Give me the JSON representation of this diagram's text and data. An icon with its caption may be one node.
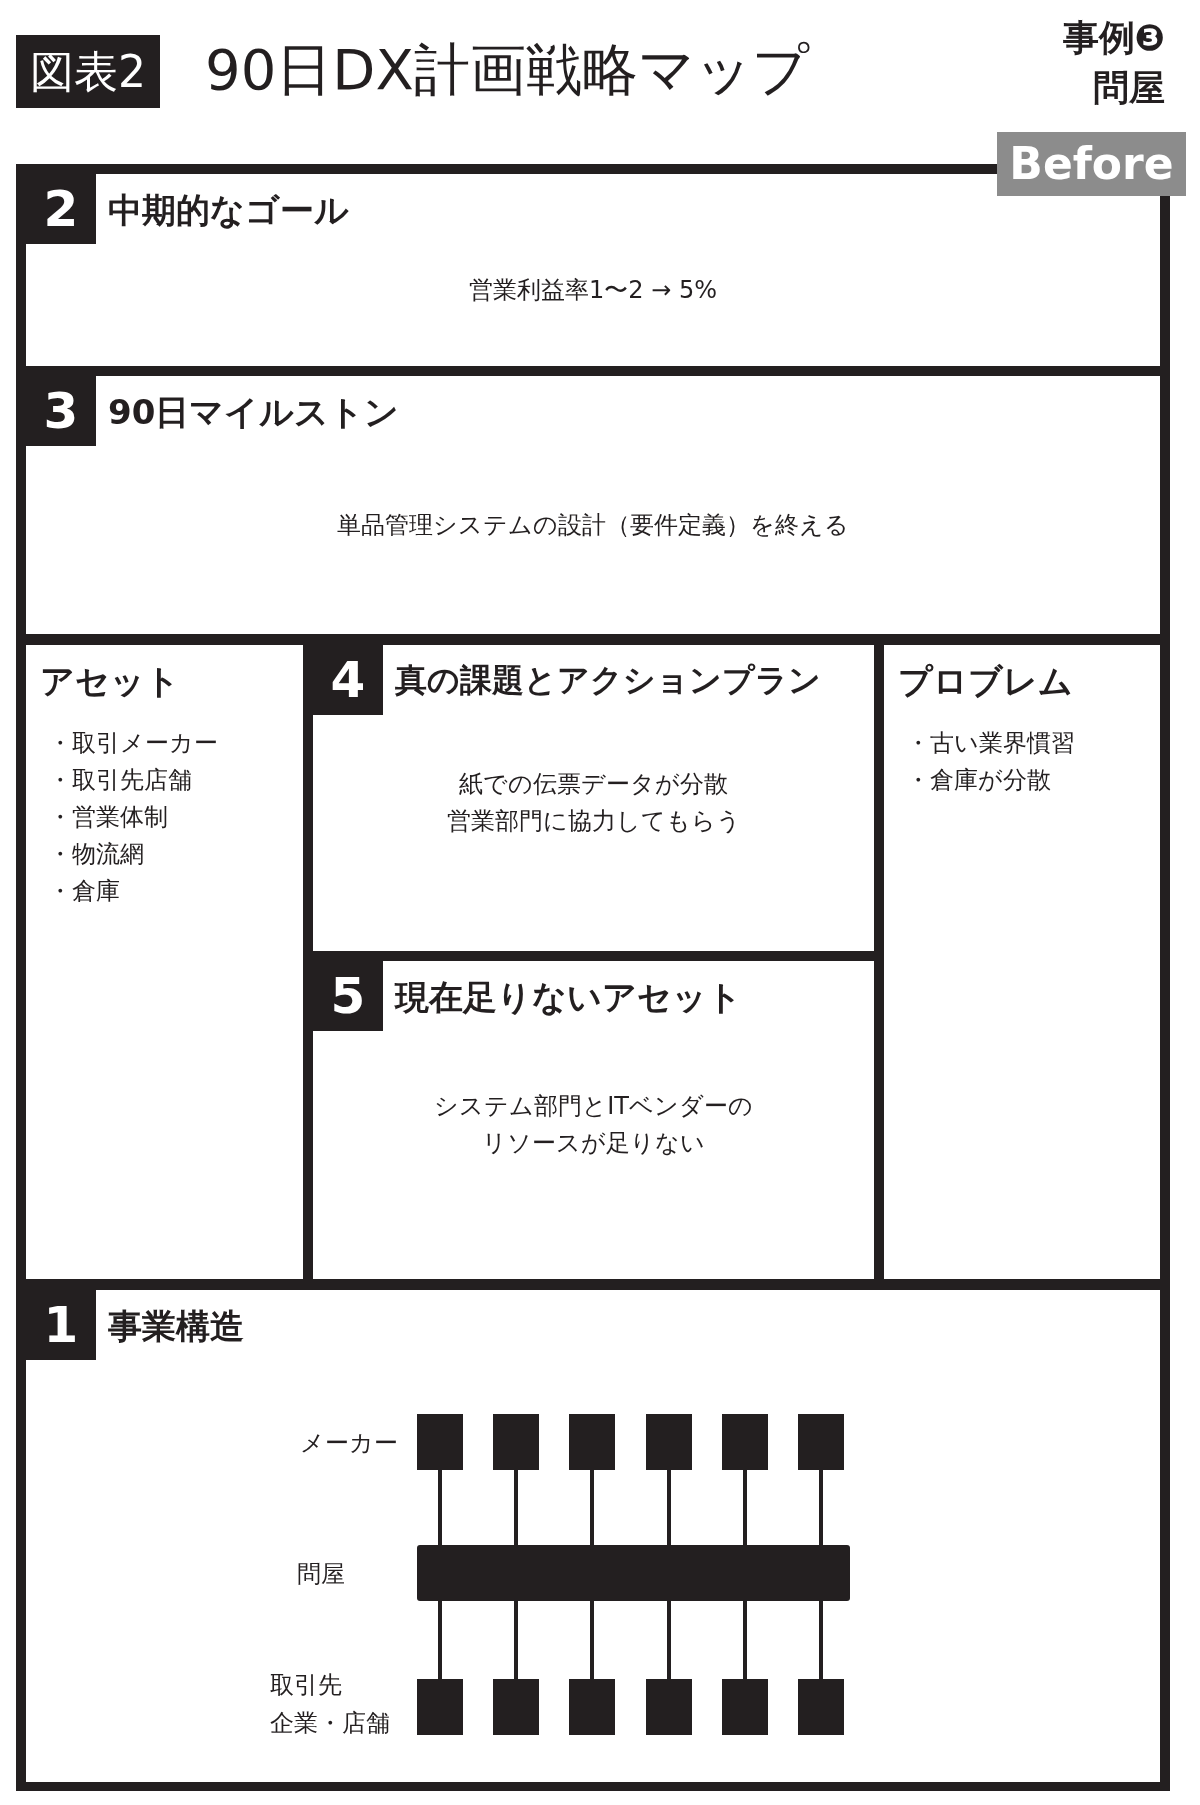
{
  "diagram": {
    "title": "90日DX計画戦略マップ",
    "nodes": [
      {
        "text": [
          "2",
          "中期的なゴール",
          "営業利益率1〜2 → 5%"
        ]
      },
      {
        "text": [
          "3",
          "90日マイルストン",
          "単品管理システムの設計（要件定義）を終える"
        ]
      },
      {
        "text": [
          "アセット",
          "・取引メーカー",
          "・取引先店舗",
          "・営業体制",
          "・物流網",
          "・倉庫"
        ]
      },
      {
        "text": [
          "4",
          "真の課題とアクションプラン",
          "紙での伝票データが分散",
          "営業部門に協力してもらう"
        ]
      },
      {
        "text": [
          "5",
          "現在足りないアセット",
          "システム部門とITベンダーの",
          "リソースが足りない"
        ]
      },
      {
        "text": [
          "プロブレム",
          "・古い業界慣習",
          "・倉庫が分散"
        ]
      },
      {
        "text": [
          "1",
          "事業構造"
        ]
      },
      {
        "text": [],
        "shape": "box",
        "in": 6,
        "beside": [
          "メーカー"
        ]
      },
      {
        "text": [],
        "shape": "box",
        "in": 6
      },
      {
        "text": [],
        "shape": "box",
        "in": 6
      },
      {
        "text": [],
        "shape": "box",
        "in": 6
      },
      {
        "text": [],
        "shape": "box",
        "in": 6
      },
      {
        "text": [],
        "shape": "box",
        "in": 6
      },
      {
        "text": [],
        "shape": "bar",
        "in": 6,
        "beside": [
          "問屋"
        ]
      },
      {
        "text": [],
        "shape": "box",
        "in": 6,
        "beside": [
          "取引先",
          "企業・店舗"
        ]
      },
      {
        "text": [],
        "shape": "box",
        "in": 6
      },
      {
        "text": [],
        "shape": "box",
        "in": 6
      },
      {
        "text": [],
        "shape": "box",
        "in": 6
      },
      {
        "text": [],
        "shape": "box",
        "in": 6
      },
      {
        "text": [],
        "shape": "box",
        "in": 6
      }
    ],
    "edges": [
      {
        "from": 7,
        "to": 13,
        "arrow": "none"
      },
      {
        "from": 8,
        "to": 13,
        "arrow": "none"
      },
      {
        "from": 9,
        "to": 13,
        "arrow": "none"
      },
      {
        "from": 10,
        "to": 13,
        "arrow": "none"
      },
      {
        "from": 11,
        "to": 13,
        "arrow": "none"
      },
      {
        "from": 12,
        "to": 13,
        "arrow": "none"
      },
      {
        "from": 13,
        "to": 14,
        "arrow": "none"
      },
      {
        "from": 13,
        "to": 15,
        "arrow": "none"
      },
      {
        "from": 13,
        "to": 16,
        "arrow": "none"
      },
      {
        "from": 13,
        "to": 17,
        "arrow": "none"
      },
      {
        "from": 13,
        "to": 18,
        "arrow": "none"
      },
      {
        "from": 13,
        "to": 19,
        "arrow": "none"
      }
    ],
    "labels": [
      "図表2",
      "事例❸",
      "問屋",
      "Before"
    ]
  }
}
